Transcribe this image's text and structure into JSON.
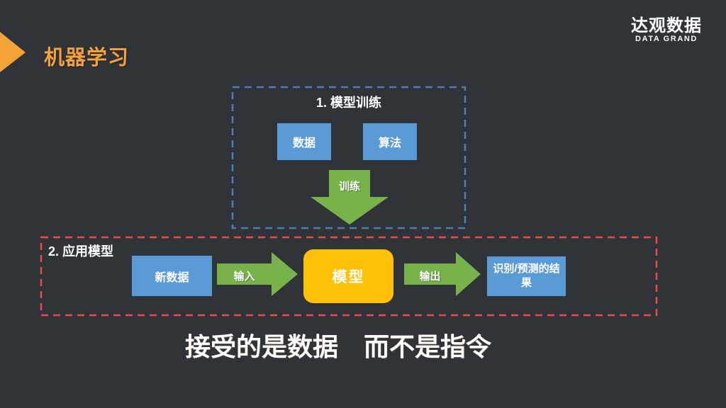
{
  "colors": {
    "background": "#303338",
    "accent_orange": "#F2A237",
    "box_blue": "#5B9BD5",
    "arrow_green": "#77B34A",
    "model_yellow": "#FFC008",
    "train_border": "#4E7DB2",
    "apply_border": "#EE4A4C",
    "text_white": "#FFFFFF"
  },
  "header": {
    "title": "机器学习",
    "logo_cn": "达观数据",
    "logo_en": "DATA GRAND"
  },
  "training": {
    "title": "1. 模型训练",
    "data_label": "数据",
    "algorithm_label": "算法",
    "arrow_label": "训练"
  },
  "apply": {
    "title": "2. 应用模型",
    "new_data_label": "新数据",
    "input_label": "输入",
    "model_label": "模型",
    "output_label": "输出",
    "result_label": "识别/预测的结果"
  },
  "caption": "接受的是数据　而不是指令"
}
